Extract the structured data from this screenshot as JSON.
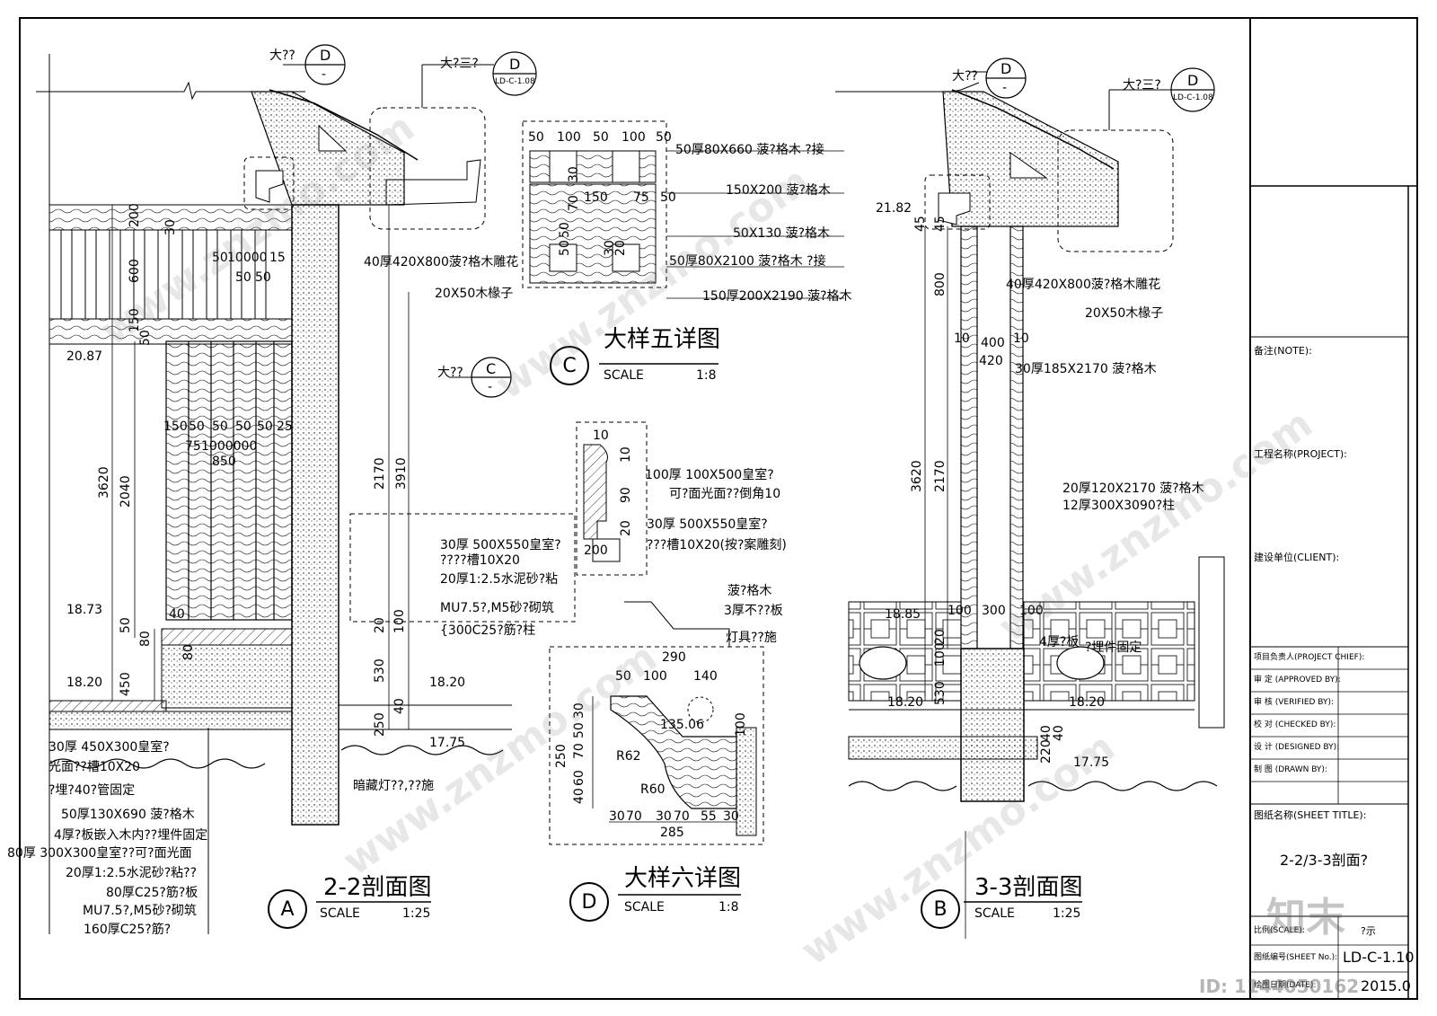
{
  "titles": {
    "a_circle": "A",
    "a_title": "2-2剖面图",
    "a_scale": "SCALE",
    "a_ratio": "1:25",
    "b_circle": "B",
    "b_title": "3-3剖面图",
    "b_scale": "SCALE",
    "b_ratio": "1:25",
    "c_circle": "C",
    "c_title": "大样五详图",
    "c_scale": "SCALE",
    "c_ratio": "1:8",
    "d_circle": "D",
    "d_title": "大样六详图",
    "d_scale": "SCALE",
    "d_ratio": "1:8"
  },
  "callouts": {
    "a_d_label": "大??",
    "a_d_letter": "D",
    "a_d_sub": "-",
    "a_ref_label": "大?三?",
    "a_ref_letter": "D",
    "a_ref_sub": "LD-C-1.08",
    "a_c_label": "大??",
    "a_c_letter": "C",
    "a_c_sub": "-",
    "b_d_label": "大??",
    "b_d_letter": "D",
    "b_d_sub": "-",
    "b_ref_label": "大?三?",
    "b_ref_letter": "D",
    "b_ref_sub": "LD-C-1.08"
  },
  "section_a": {
    "dims": [
      "200",
      "600",
      "150",
      "30",
      "50",
      "3620",
      "2040",
      "50",
      "80",
      "450",
      "40",
      "80",
      "2170",
      "3910",
      "530",
      "20",
      "100",
      "250",
      "40"
    ],
    "horiz_dims": [
      "50",
      "10000",
      "15",
      "50",
      "50",
      "150",
      "50",
      "50",
      "50",
      "50",
      "25",
      "75",
      "1000000",
      "850"
    ],
    "levels": [
      "20.87",
      "18.73",
      "18.20",
      "18.20",
      "17.75"
    ],
    "notes_right": [
      "40厚420X800菠?格木雕花",
      "20X50木椽子",
      "30厚 500X550皇室?",
      "????槽10X20",
      "20厚1:2.5水泥砂?粘",
      "MU7.5?,M5砂?砌筑",
      "{300C25?筋?柱",
      "暗藏灯??,??施"
    ],
    "notes_left": [
      "30厚 450X300皇室?",
      "光面??槽10X20",
      "?埋?40?管固定",
      "50厚130X690 菠?格木",
      "4厚?板嵌入木内??埋件固定",
      "80厚 300X300皇室??可?面光面",
      "20厚1:2.5水泥砂?粘??",
      "80厚C25?筋?板",
      "MU7.5?,M5砂?砌筑",
      "160厚C25?筋?"
    ]
  },
  "detail_c": {
    "top_dims": [
      "50",
      "100",
      "50",
      "100",
      "50"
    ],
    "side_dims": [
      "30",
      "70",
      "50",
      "50",
      "30",
      "20"
    ],
    "inner_dims": [
      "150",
      "75",
      "50"
    ],
    "notes": [
      "50厚80X660 菠?格木 ?接",
      "150X200 菠?格木",
      "50X130 菠?格木",
      "50厚80X2100 菠?格木 ?接",
      "150厚200X2190 菠?格木"
    ]
  },
  "detail_e": {
    "dims": [
      "10",
      "10",
      "90",
      "20",
      "200"
    ],
    "notes": [
      "100厚 100X500皇室?",
      "可?面光面??倒角10",
      "30厚 500X550皇室?",
      "???槽10X20(按?案雕刻)"
    ]
  },
  "detail_d": {
    "notes": [
      "菠?格木",
      "3厚不??板",
      "灯具??施"
    ],
    "dims": [
      "290",
      "50",
      "100",
      "140",
      "135.06",
      "R62",
      "R60",
      "100",
      "250",
      "30",
      "50",
      "70",
      "40",
      "60",
      "30",
      "70",
      "30",
      "70",
      "55",
      "30",
      "285"
    ]
  },
  "section_b": {
    "levels": [
      "21.82",
      "18.85",
      "18.20",
      "18.20",
      "17.75"
    ],
    "dims": [
      "45",
      "45",
      "800",
      "10",
      "400",
      "10",
      "420",
      "3620",
      "2170",
      "100",
      "300",
      "100",
      "20",
      "100",
      "530",
      "40",
      "220",
      "40"
    ],
    "notes": [
      "40厚420X800菠?格木雕花",
      "20X50木椽子",
      "30厚185X2170 菠?格木",
      "20厚120X2170 菠?格木",
      "12厚300X3090?柱",
      "4厚?板",
      "?埋件固定"
    ]
  },
  "title_block": {
    "note": "备注(NOTE):",
    "project": "工程名称(PROJECT):",
    "client": "建设单位(CLIENT):",
    "chief": "项目负责人(PROJECT CHIEF):",
    "approved": "审 定 (APPROVED BY):",
    "verified": "审 核 (VERIFIED BY):",
    "checked": "校 对 (CHECKED BY):",
    "designed": "设 计 (DESIGNED BY):",
    "drawn": "制 图 (DRAWN BY):",
    "sheet_title_label": "图纸名称(SHEET TITLE):",
    "sheet_title": "2-2/3-3剖面?",
    "scale_label": "比例(SCALE):",
    "scale_value": "?示",
    "sheet_no_label": "图纸编号(SHEET No.):",
    "sheet_no": "LD-C-1.10",
    "date_label": "绘图日期(DATE):",
    "date_value": "2015.0"
  },
  "watermark": {
    "brand": "知末",
    "id": "ID: 1144050162",
    "site": "www.znzmo.com"
  }
}
